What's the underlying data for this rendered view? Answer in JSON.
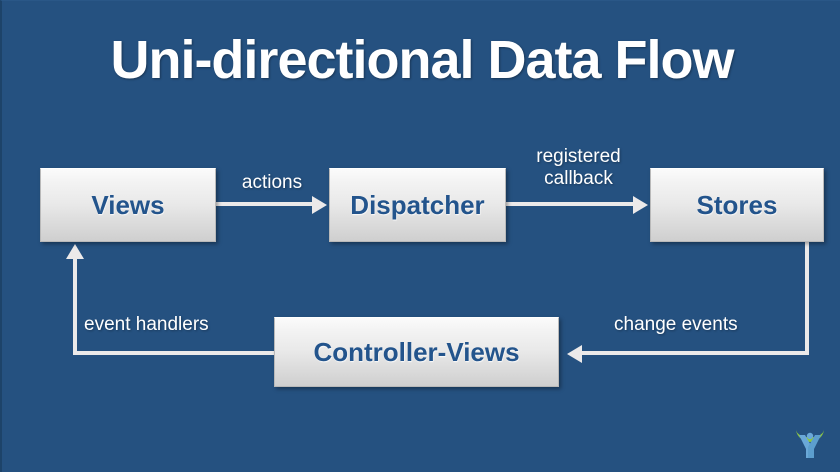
{
  "slide": {
    "title": "Uni-directional Data Flow",
    "background_color": "#255180",
    "title_color": "#ffffff",
    "node_text_color": "#23548c",
    "connector_color": "#eceaea"
  },
  "nodes": [
    {
      "id": "views",
      "label": "Views"
    },
    {
      "id": "dispatcher",
      "label": "Dispatcher"
    },
    {
      "id": "stores",
      "label": "Stores"
    },
    {
      "id": "controller",
      "label": "Controller-Views"
    }
  ],
  "edges": [
    {
      "id": "views-dispatcher",
      "label": "actions",
      "from": "views",
      "to": "dispatcher",
      "direction": "right"
    },
    {
      "id": "dispatcher-stores",
      "label": "registered\ncallback",
      "from": "dispatcher",
      "to": "stores",
      "direction": "right"
    },
    {
      "id": "stores-controller",
      "label": "change events",
      "from": "stores",
      "to": "controller",
      "direction": "left"
    },
    {
      "id": "controller-views",
      "label": "event handlers",
      "from": "controller",
      "to": "views",
      "direction": "up"
    }
  ],
  "logo": {
    "name": "company-logo",
    "arc_color": "#8cc63e",
    "figure_color": "#6aa8d8"
  }
}
